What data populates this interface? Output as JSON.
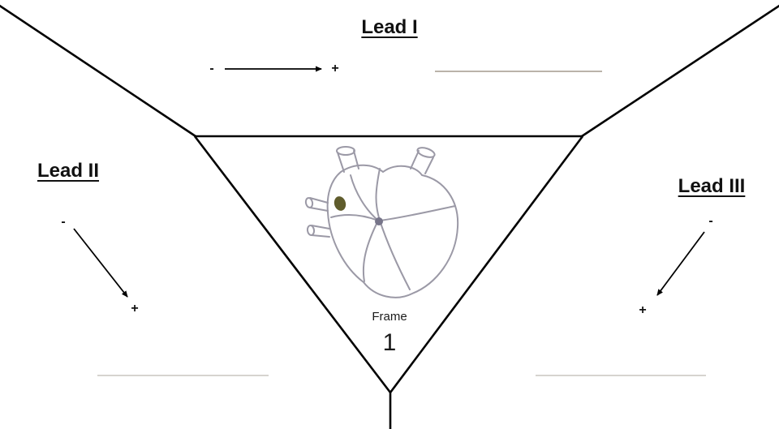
{
  "diagram": {
    "lead1": {
      "label": "Lead I",
      "minus": "-",
      "plus": "+"
    },
    "lead2": {
      "label": "Lead II",
      "minus": "-",
      "plus": "+"
    },
    "lead3": {
      "label": "Lead III",
      "minus": "-",
      "plus": "+"
    },
    "frame": {
      "label": "Frame",
      "number": "1"
    }
  },
  "colors": {
    "line": "#000000",
    "text": "#111111",
    "blank-line-top": "#a39a8d",
    "blank-line-bottom": "#c9c5bf",
    "heart-stroke": "#9b99a6",
    "sa-node": "#5f5c2c",
    "center-dot": "#77758a"
  }
}
